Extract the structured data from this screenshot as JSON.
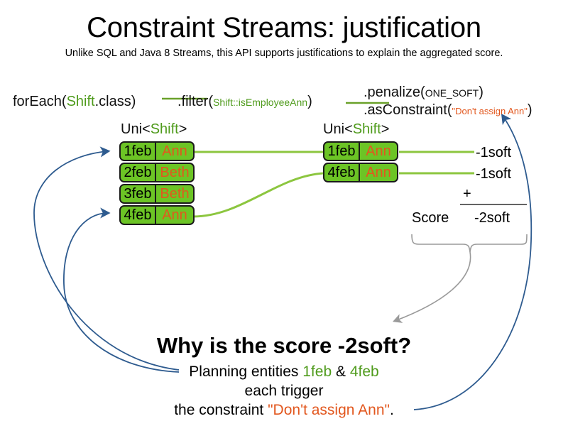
{
  "slide": {
    "title": "Constraint Streams: justification",
    "subtitle": "Unlike SQL and Java 8 Streams, this API supports justifications to explain the aggregated score."
  },
  "pipeline": {
    "foreach": {
      "call": "forEach(",
      "type": "Shift",
      "rest": ".class)"
    },
    "filter": {
      "call": ".filter(",
      "arg_type": "Shift",
      "arg_rest": "::isEmployeeAnn",
      "close": ")"
    },
    "penalize": {
      "call": ".penalize(",
      "arg": "ONE_SOFT",
      "close": ")"
    },
    "as_constraint": {
      "call": ".asConstraint(",
      "arg": "\"Don't assign Ann\"",
      "close": ")"
    }
  },
  "streams": {
    "left": {
      "label_prefix": "Uni<",
      "label_type": "Shift",
      "label_suffix": ">",
      "rows": [
        {
          "date": "1feb",
          "employee": "Ann"
        },
        {
          "date": "2feb",
          "employee": "Beth"
        },
        {
          "date": "3feb",
          "employee": "Beth"
        },
        {
          "date": "4feb",
          "employee": "Ann"
        }
      ]
    },
    "right": {
      "label_prefix": "Uni<",
      "label_type": "Shift",
      "label_suffix": ">",
      "rows": [
        {
          "date": "1feb",
          "employee": "Ann"
        },
        {
          "date": "4feb",
          "employee": "Ann"
        }
      ]
    }
  },
  "score": {
    "penalties": [
      "-1soft",
      "-1soft"
    ],
    "operator": "+",
    "label": "Score",
    "total": "-2soft"
  },
  "explanation": {
    "heading": "Why is the score -2soft?",
    "line1_prefix": "Planning entities ",
    "line1_entity_a": "1feb",
    "line1_amp": " & ",
    "line1_entity_b": "4feb",
    "line2": "each trigger",
    "line3_prefix": "the constraint ",
    "line3_constraint": "\"Don't assign Ann\"",
    "line3_suffix": "."
  },
  "colors": {
    "box_green": "#6cc425",
    "wire_green": "#8cc63f",
    "code_green": "#4f9b1c",
    "orange": "#e2571e",
    "blue_arrow": "#2e5b8f",
    "gray_arrow": "#9a9a9a",
    "rule_gray": "#636363"
  }
}
